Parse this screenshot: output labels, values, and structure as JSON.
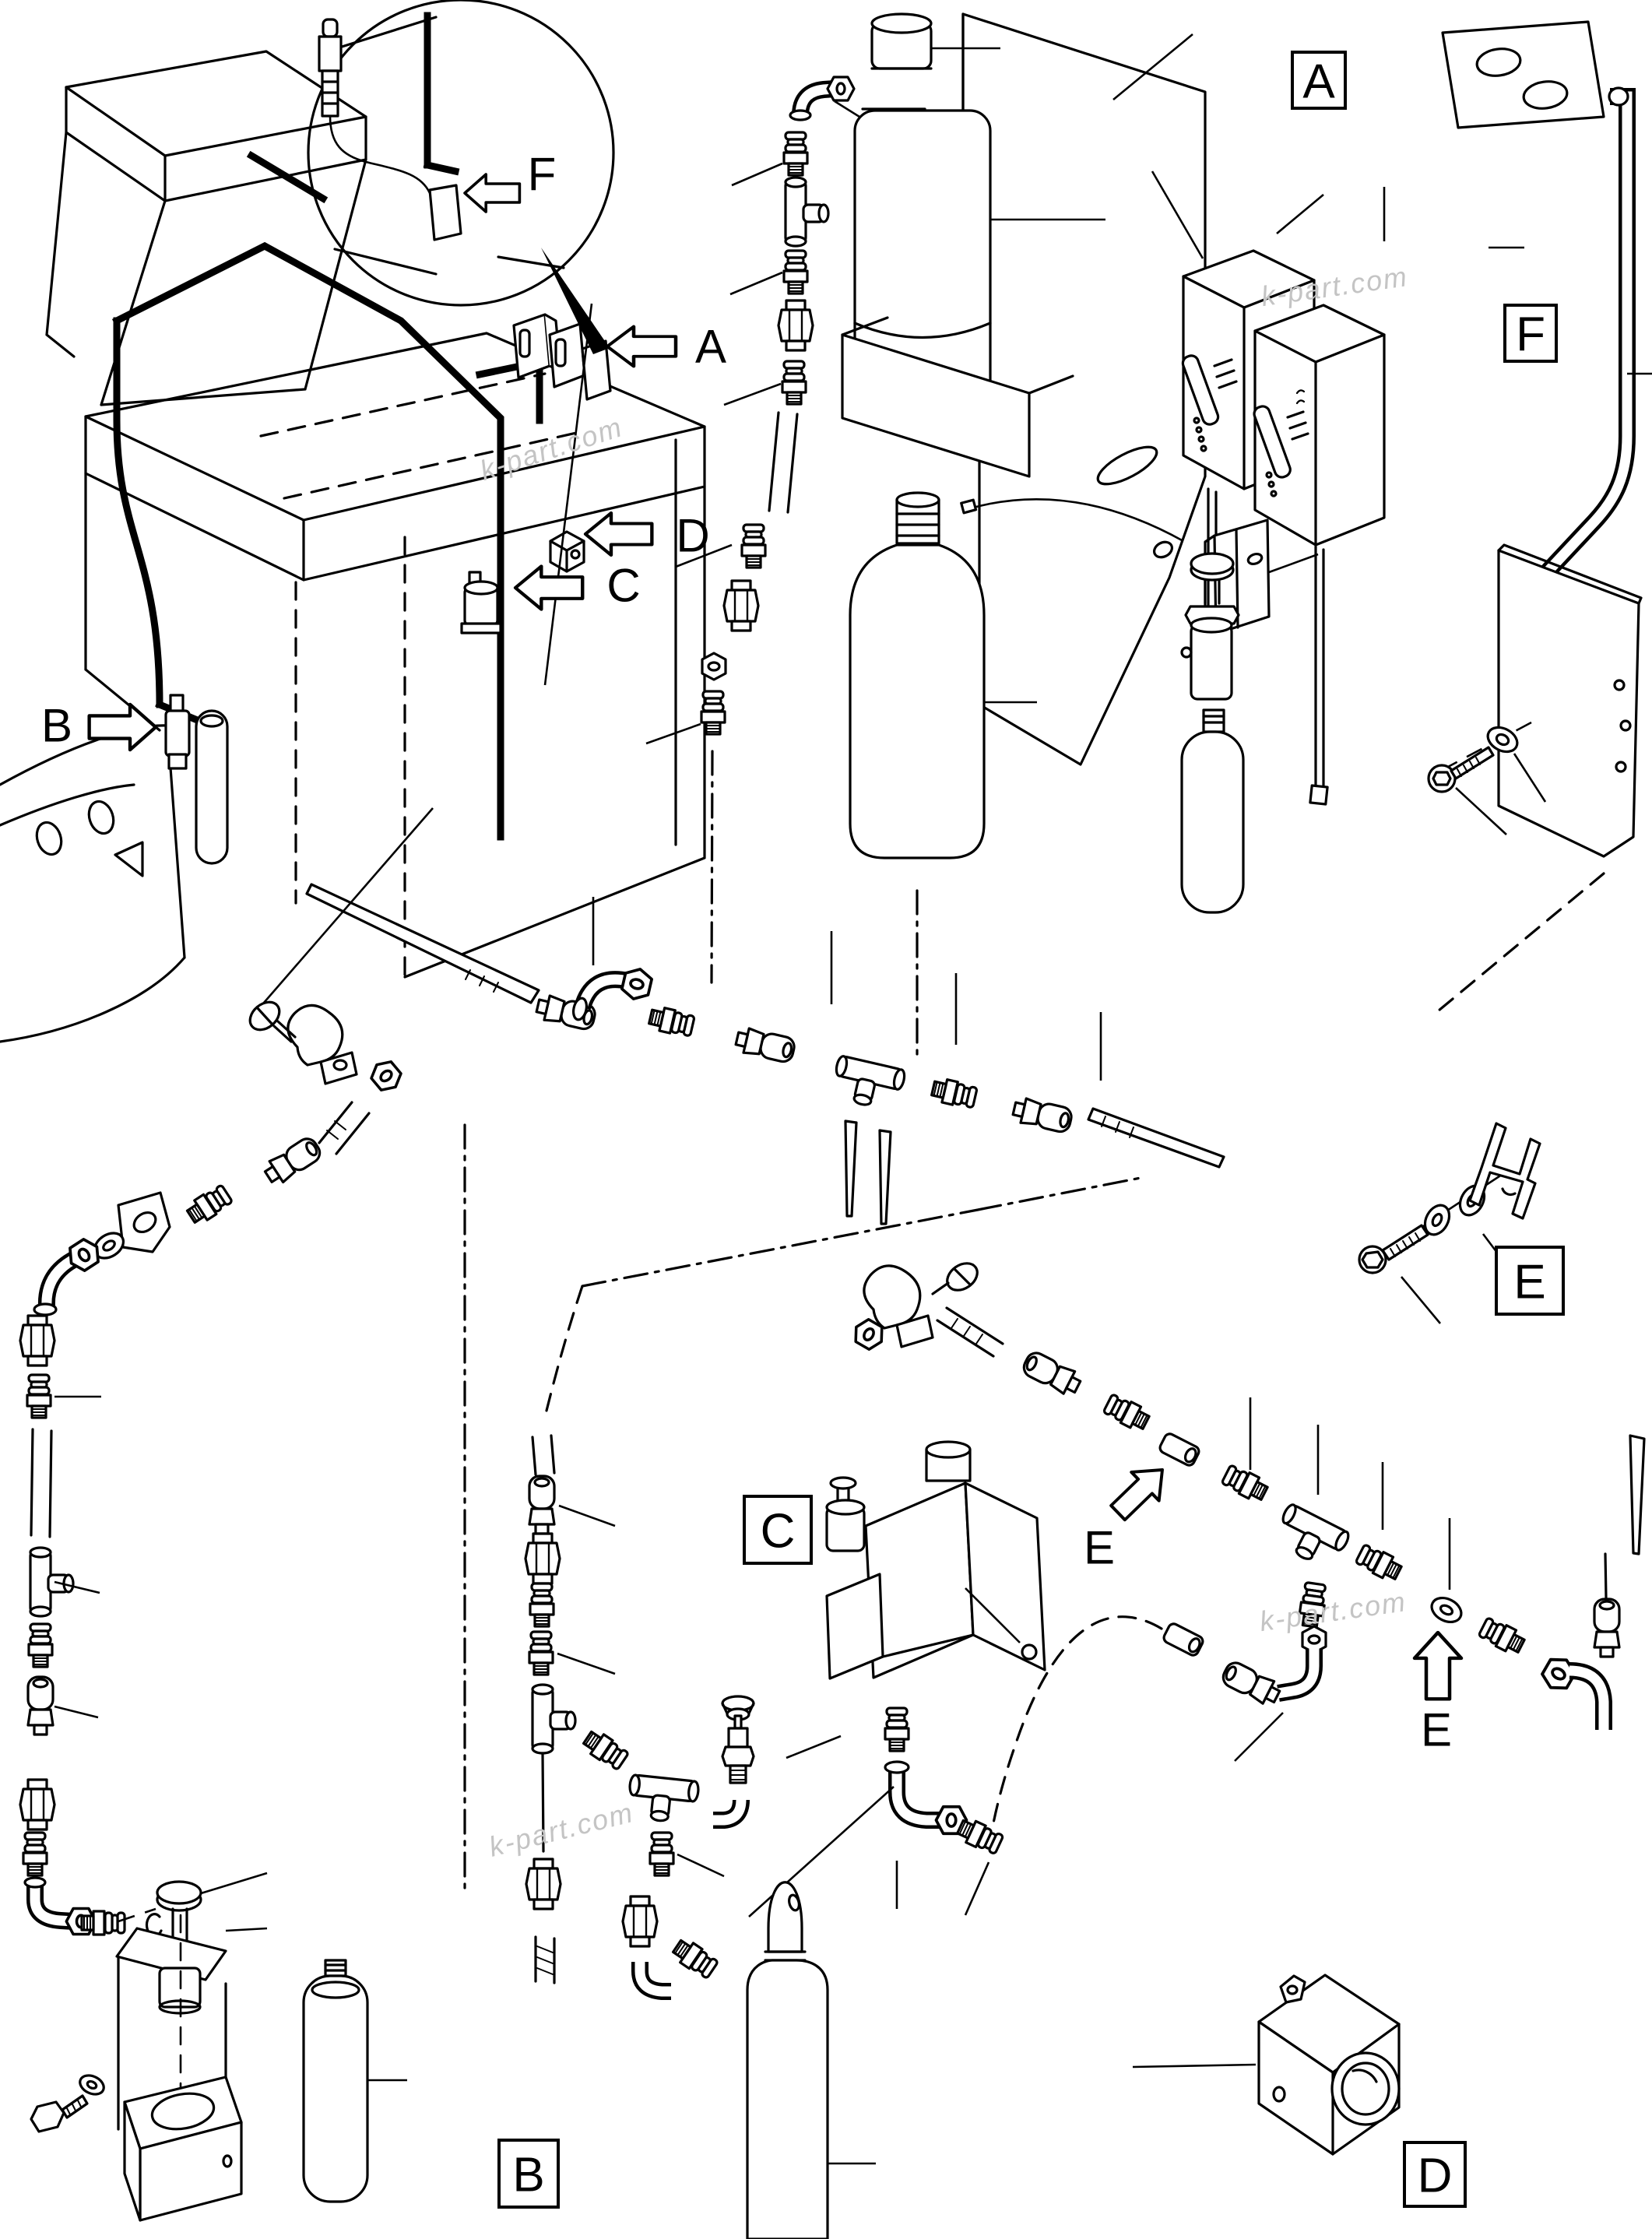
{
  "diagram": {
    "type": "exploded-parts-line-diagram",
    "colors": {
      "line": "#000000",
      "background": "#ffffff",
      "watermark": "#c4c4c4"
    }
  },
  "labels": {
    "boxes": {
      "a": "A",
      "b": "B",
      "c": "C",
      "d": "D",
      "e": "E",
      "f": "F"
    },
    "arrows": {
      "a": "A",
      "b": "B",
      "c": "C",
      "d": "D",
      "f": "F",
      "e_upper": "E",
      "e_lower": "E"
    }
  },
  "watermark": {
    "text": "k-part.com"
  }
}
